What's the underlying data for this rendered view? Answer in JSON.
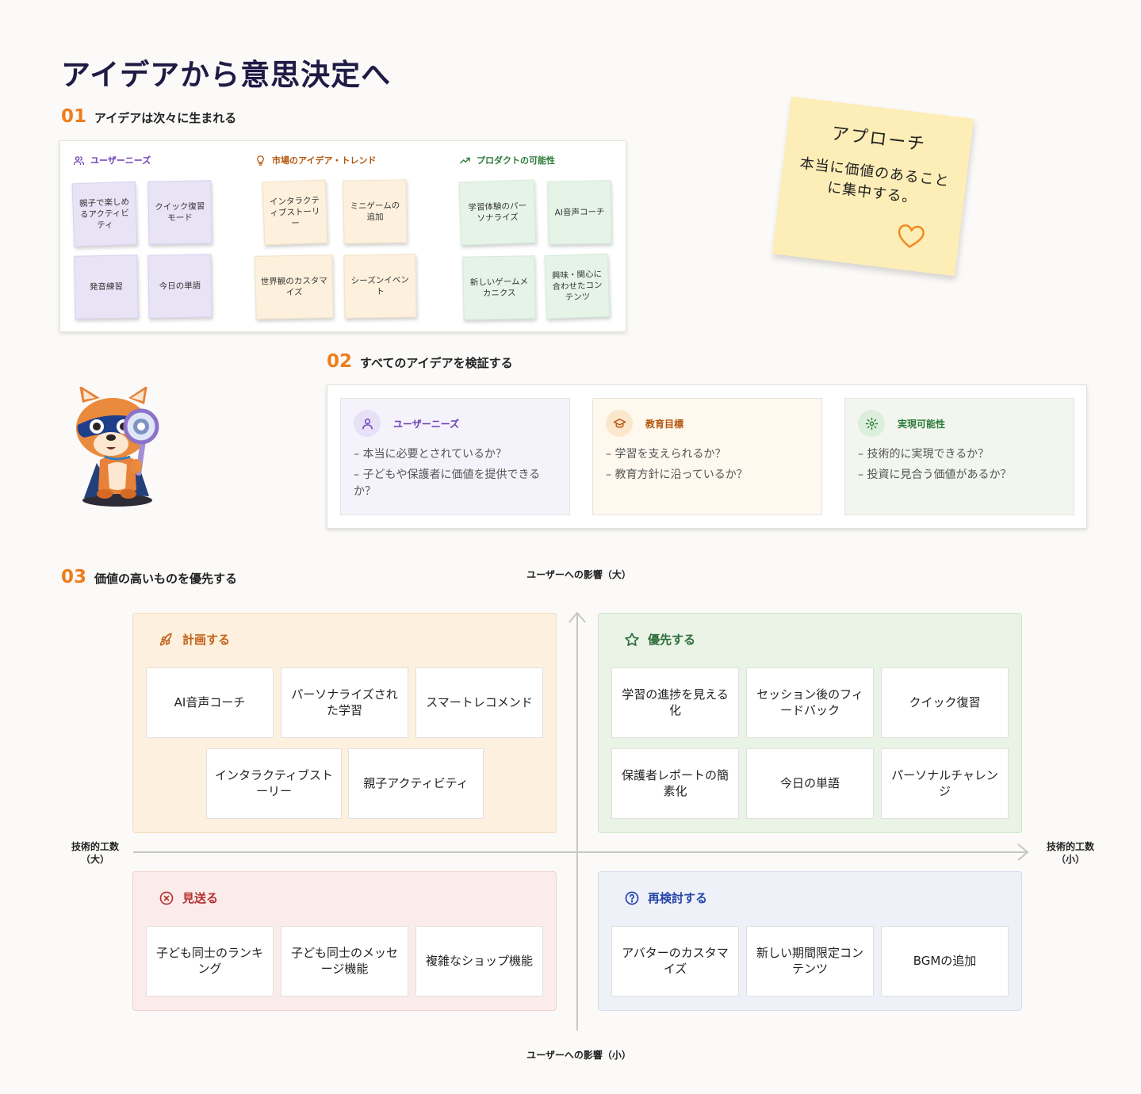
{
  "page": {
    "title": "アイデアから意思決定へ"
  },
  "section1": {
    "num": "01",
    "title": "アイデアは次々に生まれる",
    "columns": [
      {
        "icon": "users-icon",
        "title": "ユーザーニーズ",
        "color": "#6b3fb5",
        "notes": [
          "親子で楽しめるアクティビティ",
          "クイック復習モード",
          "発音練習",
          "今日の単語"
        ]
      },
      {
        "icon": "lightbulb-icon",
        "title": "市場のアイデア・トレンド",
        "color": "#b4560e",
        "notes": [
          "インタラクティブストーリー",
          "ミニゲームの追加",
          "世界観のカスタマイズ",
          "シーズンイベント"
        ]
      },
      {
        "icon": "trending-up-icon",
        "title": "プロダクトの可能性",
        "color": "#2f7a3a",
        "notes": [
          "学習体験のパーソナライズ",
          "AI音声コーチ",
          "新しいゲームメカニクス",
          "興味・関心に合わせたコンテンツ"
        ]
      }
    ]
  },
  "note": {
    "title": "アプローチ",
    "line1": "本当に価値のあること",
    "line2": "に集中する。"
  },
  "section2": {
    "num": "02",
    "title": "すべてのアイデアを検証する",
    "criteria": [
      {
        "icon": "user-icon",
        "title": "ユーザーニーズ",
        "color": "#6b3fb5",
        "lines": [
          "– 本当に必要とされているか？",
          "– 子どもや保護者に価値を提供できるか？"
        ]
      },
      {
        "icon": "graduation-cap-icon",
        "title": "教育目標",
        "color": "#b4560e",
        "lines": [
          "– 学習を支えられるか？",
          "– 教育方針に沿っているか？"
        ]
      },
      {
        "icon": "gear-icon",
        "title": "実現可能性",
        "color": "#2f7a3a",
        "lines": [
          "– 技術的に実現できるか？",
          "– 投資に見合う価値があるか？"
        ]
      }
    ]
  },
  "section3": {
    "num": "03",
    "title": "価値の高いものを優先する",
    "axes": {
      "top": "ユーザーへの影響（大）",
      "bottom": "ユーザーへの影響（小）",
      "left_line1": "技術的工数",
      "left_line2": "（大）",
      "right_line1": "技術的工数",
      "right_line2": "（小）"
    },
    "quadrants": {
      "plan": {
        "icon": "rocket-icon",
        "title": "計画する",
        "color": "#c2621a",
        "items": [
          "AI音声コーチ",
          "パーソナライズされた学習",
          "スマートレコメンド",
          "インタラクティブストーリー",
          "親子アクティビティ"
        ]
      },
      "prioritize": {
        "icon": "star-icon",
        "title": "優先する",
        "color": "#2e6b3a",
        "items": [
          "学習の進捗を見える化",
          "セッション後のフィードバック",
          "クイック復習",
          "保護者レポートの簡素化",
          "今日の単語",
          "パーソナルチャレンジ"
        ]
      },
      "skip": {
        "icon": "x-circle-icon",
        "title": "見送る",
        "color": "#b5322f",
        "items": [
          "子ども同士のランキング",
          "子ども同士のメッセージ機能",
          "複雑なショップ機能"
        ]
      },
      "reconsider": {
        "icon": "question-circle-icon",
        "title": "再検討する",
        "color": "#2444a8",
        "items": [
          "アバターのカスタマイズ",
          "新しい期間限定コンテンツ",
          "BGMの追加"
        ]
      }
    }
  }
}
